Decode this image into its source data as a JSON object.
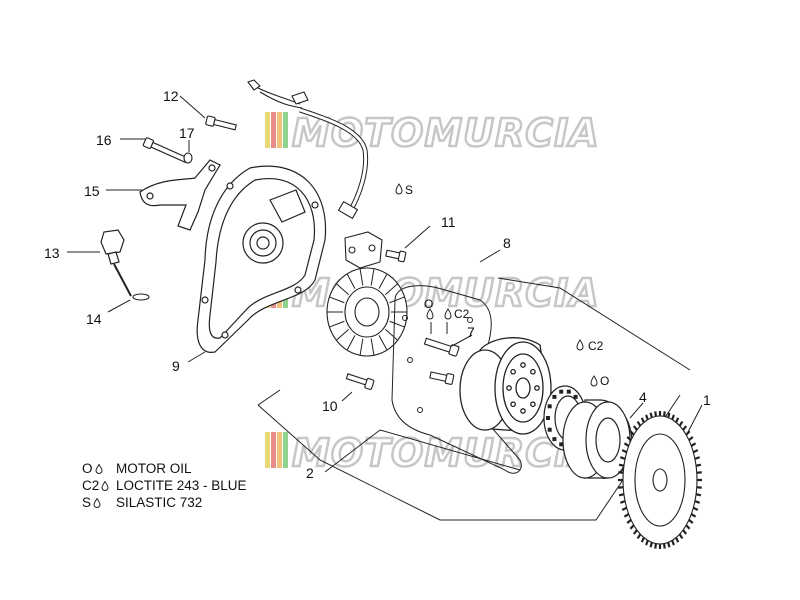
{
  "watermark": "MOTOMURCIA",
  "callouts": {
    "n1": "1",
    "n2": "2",
    "n4": "4",
    "n7": "7",
    "n8": "8",
    "n9": "9",
    "n10": "10",
    "n11": "11",
    "n12": "12",
    "n13": "13",
    "n14": "14",
    "n15": "15",
    "n16": "16",
    "n17": "17"
  },
  "lube_marks": {
    "s_top": "S",
    "o_5": "O",
    "c2_5": "C2",
    "c2_rotor": "C2",
    "o_bearing": "O"
  },
  "legend": [
    {
      "code": "O",
      "text": "MOTOR OIL"
    },
    {
      "code": "C2",
      "text": "LOCTITE 243 - BLUE"
    },
    {
      "code": "S",
      "text": "SILASTIC 732"
    }
  ],
  "icons": {
    "lube": "oil-drop-icon",
    "logo": "motomurcia-logo-icon"
  }
}
